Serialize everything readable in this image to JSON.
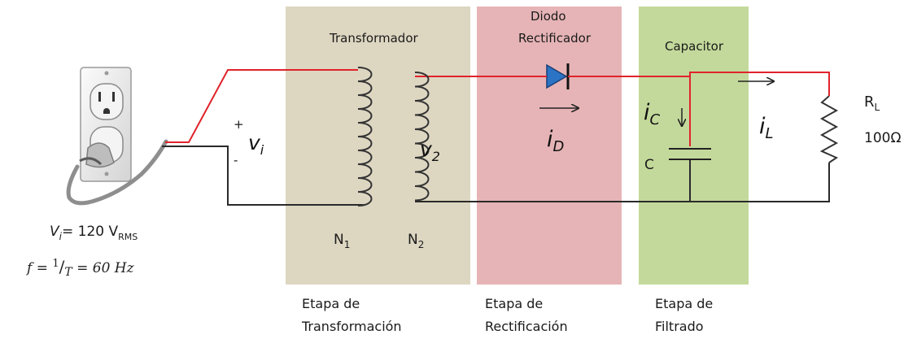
{
  "colors": {
    "transform_stage": "#ddd6c1",
    "rectify_stage": "#e6b4b6",
    "filter_stage": "#c3d99b",
    "wire_red": "#e0232b",
    "wire_dark": "#2a2a2a",
    "diode_blue": "#2b73c4"
  },
  "stages": {
    "transform": {
      "title": "Transformador",
      "caption_line1": "Etapa de",
      "caption_line2": "Transformación"
    },
    "rectify": {
      "title_line1": "Diodo",
      "title_line2": "Rectificador",
      "caption_line1": "Etapa de",
      "caption_line2": "Rectificación"
    },
    "filter": {
      "title": "Capacitor",
      "caption_line1": "Etapa de",
      "caption_line2": "Filtrado"
    }
  },
  "source": {
    "icon": "wall-outlet-plug-icon",
    "plus": "+",
    "minus": "-",
    "vi_main": "v",
    "vi_sub": "i",
    "spec_v": "V",
    "spec_v_sub": "i",
    "spec_equals": "= 120 V",
    "spec_unit_sub": "RMS",
    "freq_prefix": "f = ",
    "freq_one": "1",
    "freq_slash": "/",
    "freq_T": "T",
    "freq_suffix": " = 60 Hz"
  },
  "transformer": {
    "v2_main": "v",
    "v2_sub": "2",
    "n1_main": "N",
    "n1_sub": "1",
    "n2_main": "N",
    "n2_sub": "2"
  },
  "diode": {
    "id_main": "i",
    "id_sub": "D"
  },
  "capacitor": {
    "ic_main": "i",
    "ic_sub": "C",
    "label": "C"
  },
  "load": {
    "il_main": "i",
    "il_sub": "L",
    "rl_main": "R",
    "rl_sub": "L",
    "value": "100Ω"
  }
}
